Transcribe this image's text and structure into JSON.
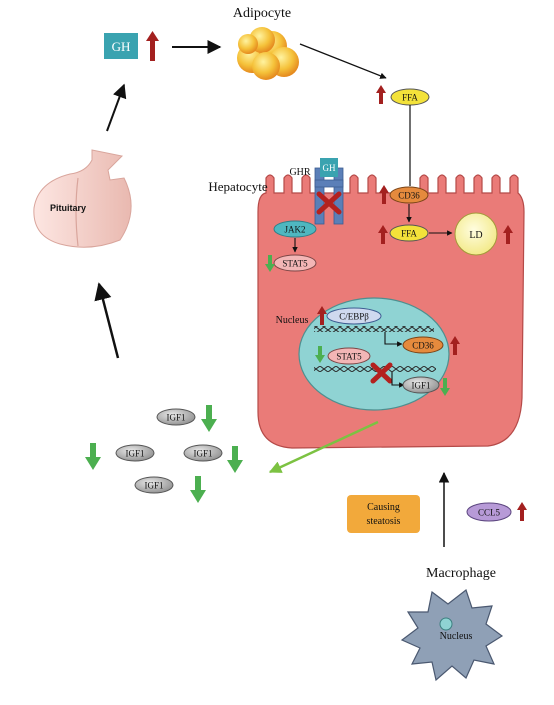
{
  "labels": {
    "gh_box": "GH",
    "adipocyte": "Adipocyte",
    "ffa_top": "FFA",
    "ghr": "GHR",
    "gh_receptor": "GH",
    "hepatocyte": "Hepatocyte",
    "cd36_membrane": "CD36",
    "jak2": "JAK2",
    "stat5_cyto": "STAT5",
    "ffa_inner": "FFA",
    "ld": "LD",
    "nucleus_label": "Nucleus",
    "cebpb": "C/EBPβ",
    "cd36_nucleus": "CD36",
    "stat5_nucleus": "STAT5",
    "igf1_nucleus": "IGF1",
    "pituitary": "Pituitary",
    "igf1_a": "IGF1",
    "igf1_b": "IGF1",
    "igf1_c": "IGF1",
    "igf1_d": "IGF1",
    "causing": "Causing",
    "steatosis": "steatosis",
    "ccl5": "CCL5",
    "macrophage": "Macrophage",
    "macro_nucleus": "Nucleus"
  },
  "colors": {
    "hepatocyte_fill": "#ea7b78",
    "nucleus_fill": "#8fd3d3",
    "up_arrow": "#a3201f",
    "down_arrow": "#4caf50",
    "gh_box": "#3aa3b0",
    "ffa_fill": "#f3e23a",
    "cd36_fill": "#e58a3d",
    "jak2_fill": "#4fb7c0",
    "stat5_fill": "#f3b6b6",
    "igf1_fill": "#a7a7a7",
    "steatosis_box": "#f2a93b",
    "ccl5_fill": "#b79ad7",
    "macrophage_fill": "#8fa0b6"
  }
}
